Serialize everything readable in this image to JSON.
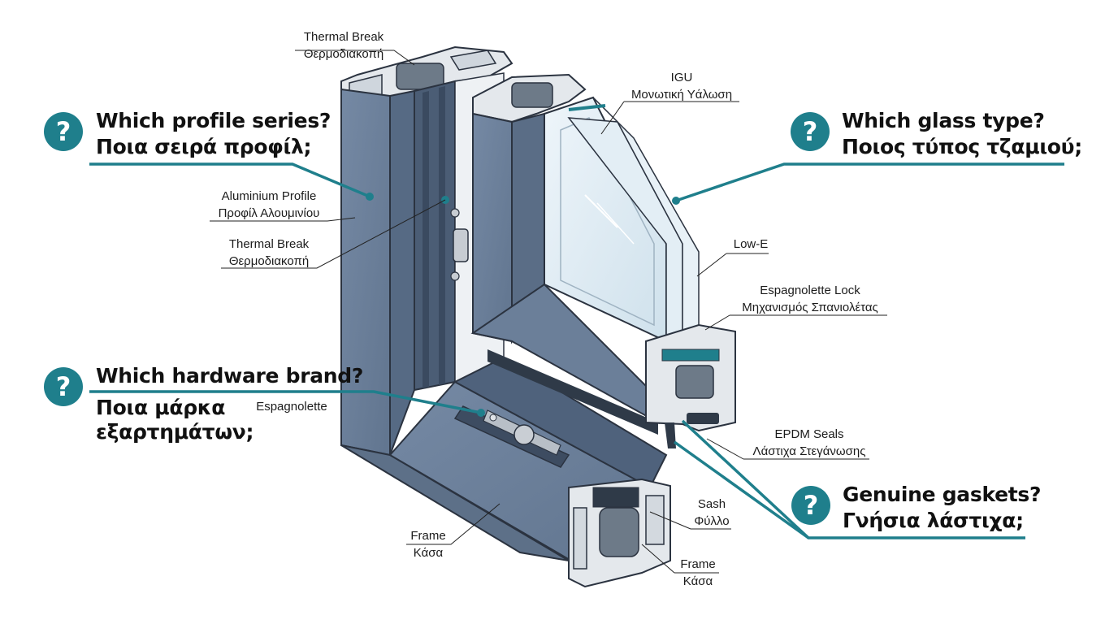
{
  "questions": {
    "profile": {
      "en": "Which profile series?",
      "gr": "Ποια σειρά προφίλ;",
      "icon": "question-mark-icon"
    },
    "glass": {
      "en": "Which glass type?",
      "gr": "Ποιος τύπος τζαμιού;",
      "icon": "question-mark-icon"
    },
    "hardware": {
      "en": "Which hardware brand?",
      "gr": "Ποια μάρκα εξαρτημάτων;",
      "gr_line1": "Ποια μάρκα",
      "gr_line2": "εξαρτημάτων;",
      "icon": "question-mark-icon"
    },
    "gaskets": {
      "en": "Genuine gaskets?",
      "gr": "Γνήσια λάστιχα;",
      "icon": "question-mark-icon"
    }
  },
  "labels": {
    "thermal_break_top": {
      "en": "Thermal Break",
      "gr": "Θερμοδιακοπή"
    },
    "igu": {
      "en": "IGU",
      "gr": "Μονωτική Υάλωση"
    },
    "aluminium_profile": {
      "en": "Aluminium Profile",
      "gr": "Προφίλ Αλουμινίου"
    },
    "thermal_break_side": {
      "en": "Thermal Break",
      "gr": "Θερμοδιακοπή"
    },
    "low_e": {
      "en": "Low-E"
    },
    "espagnolette_lock": {
      "en": "Espagnolette Lock",
      "gr": "Μηχανισμός Σπανιολέτας"
    },
    "espagnolette": {
      "en": "Espagnolette"
    },
    "epdm_seals": {
      "en": "EPDM Seals",
      "gr": "Λάστιχα Στεγάνωσης"
    },
    "sash": {
      "en": "Sash",
      "gr": "Φύλλο"
    },
    "frame_left": {
      "en": "Frame",
      "gr": "Κάσα"
    },
    "frame_right": {
      "en": "Frame",
      "gr": "Κάσα"
    }
  },
  "colors": {
    "accent": "#1f7f8c",
    "profile_face": "#6f84a0",
    "profile_dark": "#4f627c",
    "profile_side": "#8fa2ba",
    "section_light": "#e6eaee",
    "glass": "#dbe9f2"
  }
}
